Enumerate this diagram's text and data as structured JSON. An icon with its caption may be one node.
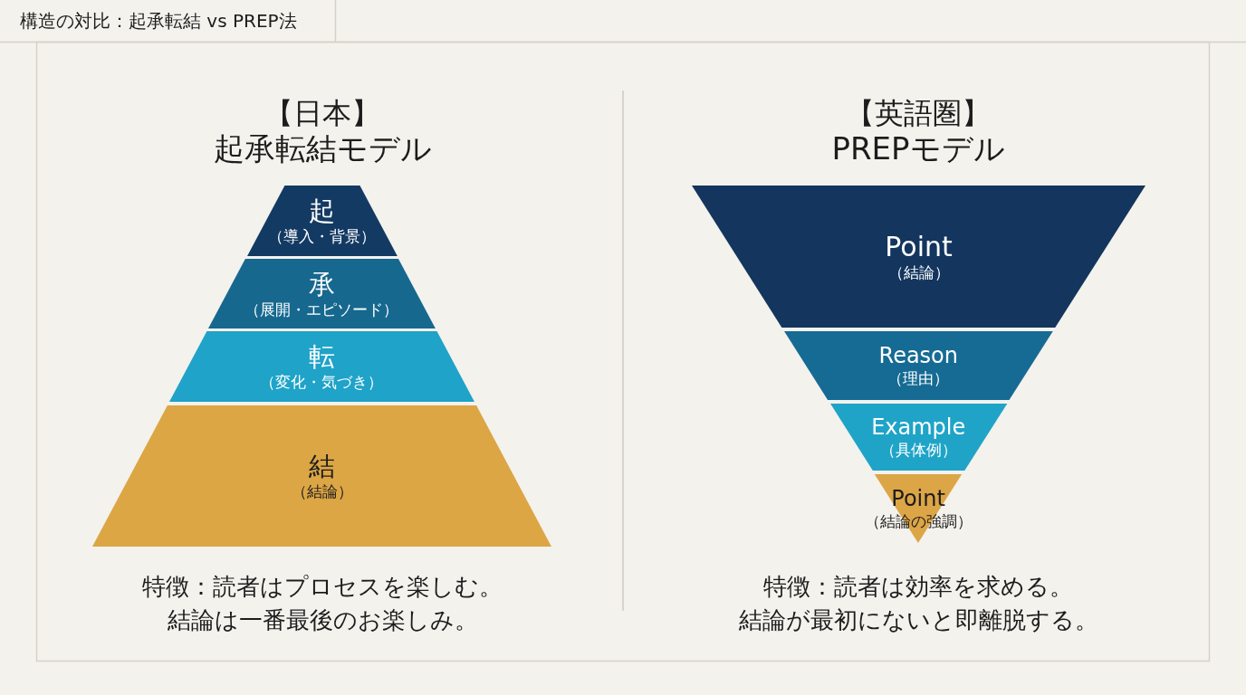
{
  "diagram": {
    "title": "構造の対比：起承転結 vs PREP法",
    "nodes": [
      {
        "text": [
          "起",
          "（導入・背景）"
        ]
      },
      {
        "text": [
          "承",
          "（展開・エピソード）"
        ]
      },
      {
        "text": [
          "転",
          "（変化・気づき）"
        ]
      },
      {
        "text": [
          "結",
          "（結論）"
        ]
      },
      {
        "text": [
          "Point",
          "（結論）"
        ]
      },
      {
        "text": [
          "Reason",
          "（理由）"
        ]
      },
      {
        "text": [
          "Example",
          "（具体例）"
        ]
      },
      {
        "text": [
          "Point",
          "（結論の強調）"
        ]
      }
    ],
    "labels": [
      "【日本】",
      "起承転結モデル",
      "【英語圏】",
      "PREPモデル",
      "特徴：読者はプロセスを楽しむ。",
      "結論は一番最後のお楽しみ。",
      "特徴：読者は効率を求める。",
      "結論が最初にないと即離脱する。"
    ]
  }
}
